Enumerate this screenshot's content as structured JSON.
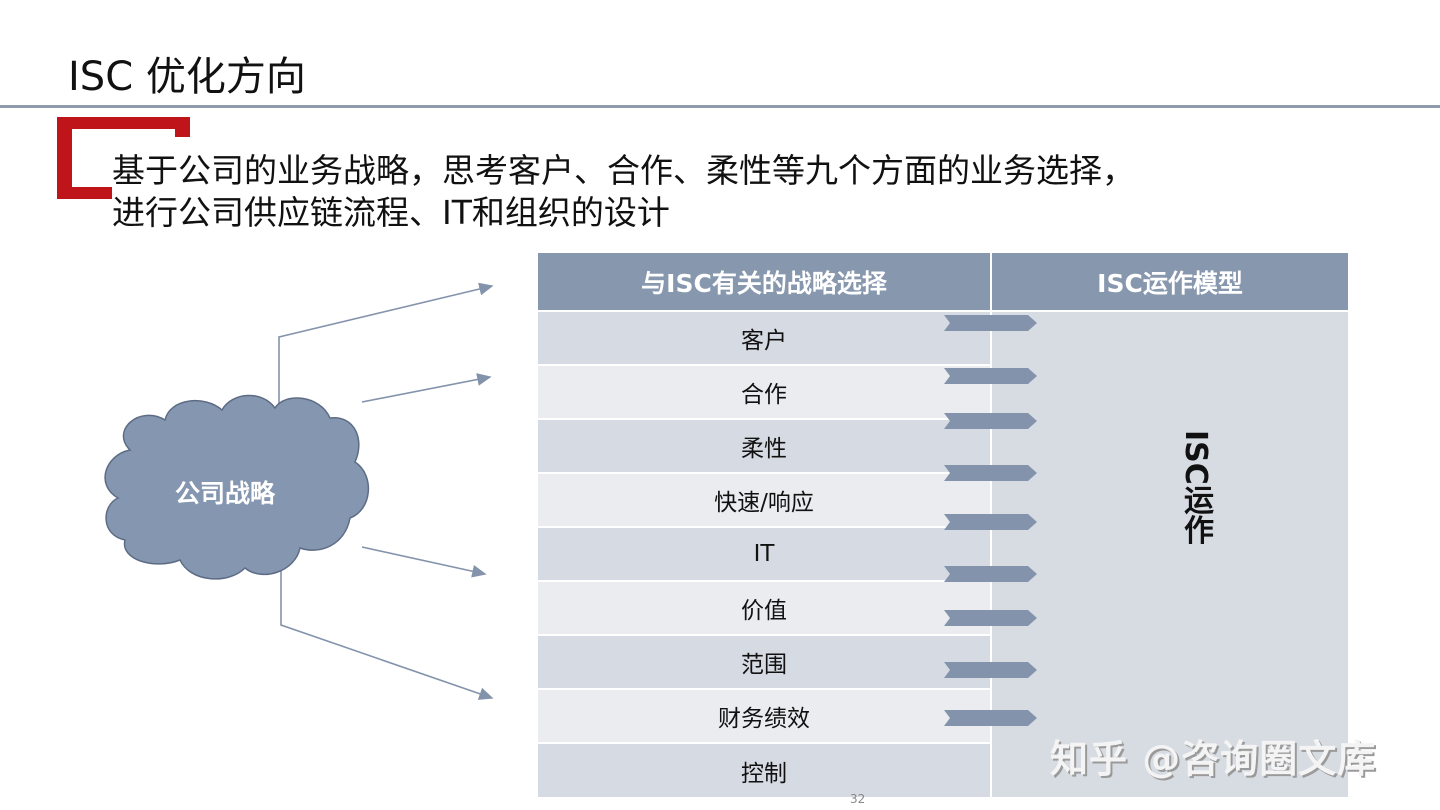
{
  "slide": {
    "title": "ISC 优化方向",
    "subtitle_line1": "基于公司的业务战略，思考客户、合作、柔性等九个方面的业务选择，",
    "subtitle_line2": "进行公司供应链流程、IT和组织的设计",
    "page_number": "32"
  },
  "colors": {
    "accent_red": "#c0141b",
    "header_blue": "#8797ae",
    "row_dark": "#d6dbe3",
    "row_light": "#eaecf0",
    "arrow": "#8393ab",
    "rule": "#8e9bab"
  },
  "diagram": {
    "cloud_label": "公司战略",
    "cloud_icon": "cloud-shape",
    "arrow_count": 4
  },
  "table": {
    "headers": [
      "与ISC有关的战略选择",
      "ISC运作模型"
    ],
    "rows": [
      "客户",
      "合作",
      "柔性",
      "快速/响应",
      "IT",
      "价值",
      "范围",
      "财务绩效",
      "控制"
    ],
    "right_label": "ISC运作",
    "chevron_icon": "chevron-arrow"
  },
  "watermark": "知乎 @咨询圈文库"
}
